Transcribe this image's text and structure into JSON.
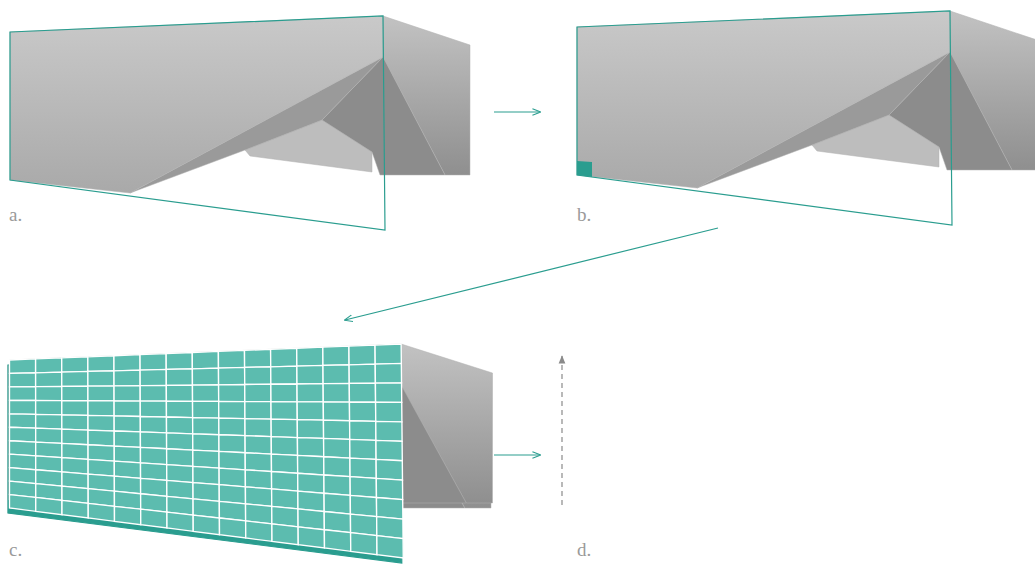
{
  "diagram": {
    "labels": [
      "a.",
      "b.",
      "c.",
      "d."
    ]
  }
}
